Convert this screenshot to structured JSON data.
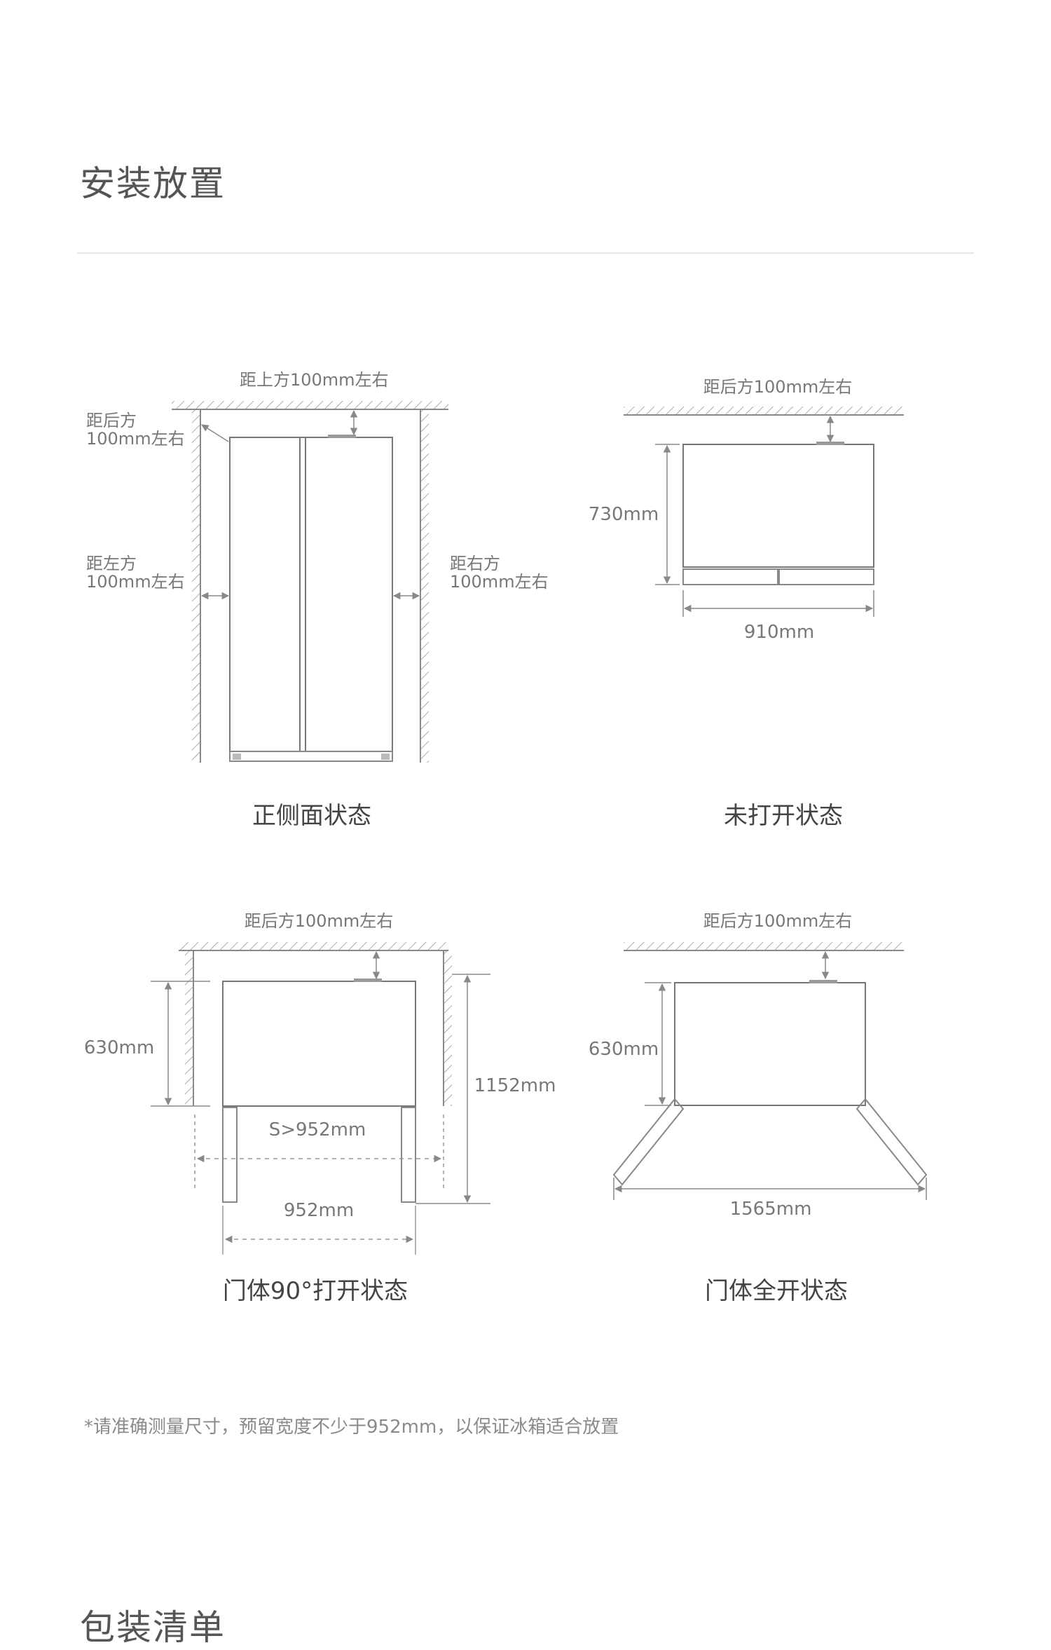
{
  "section": {
    "title": "安装放置"
  },
  "diagrams": {
    "front": {
      "top_gap": "距上方100mm左右",
      "back_gap_line1": "距后方",
      "back_gap_line2": "100mm左右",
      "left_gap_line1": "距左方",
      "left_gap_line2": "100mm左右",
      "right_gap_line1": "距右方",
      "right_gap_line2": "100mm左右",
      "caption": "正侧面状态"
    },
    "closed": {
      "back_gap": "距后方100mm左右",
      "depth": "730mm",
      "width": "910mm",
      "caption": "未打开状态"
    },
    "door90": {
      "back_gap": "距后方100mm左右",
      "depth": "630mm",
      "total_depth": "1152mm",
      "space_width": "S>952mm",
      "width": "952mm",
      "caption": "门体90°打开状态"
    },
    "full_open": {
      "back_gap": "距后方100mm左右",
      "depth": "630mm",
      "width": "1565mm",
      "caption": "门体全开状态"
    }
  },
  "note": "*请准确测量尺寸，预留宽度不少于952mm，以保证冰箱适合放置",
  "next_section": {
    "title": "包装清单"
  }
}
